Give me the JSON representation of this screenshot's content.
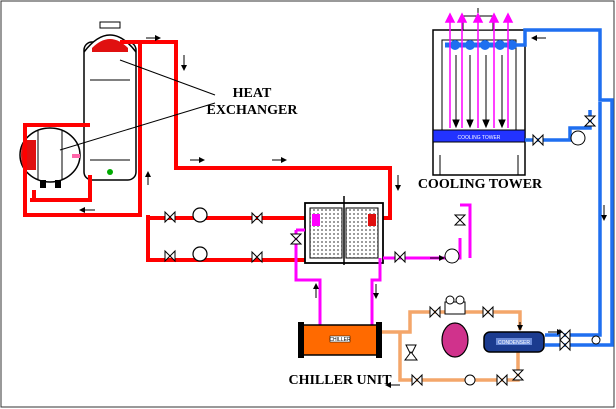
{
  "labels": {
    "heat_exchanger_line1": "HEAT",
    "heat_exchanger_line2": "EXCHANGER",
    "cooling_tower": "COOLING TOWER",
    "chiller_unit": "CHILLER UNIT",
    "chiller_nameplate": "CHILLER",
    "condenser_nameplate": "CONDENSER",
    "tower_basin_nameplate": "COOLING TOWER"
  },
  "colors": {
    "hot_loop": "#ff0000",
    "chilled_loop": "#ff00ff",
    "condenser_loop": "#f4a66a",
    "tower_loop": "#1f6ff0",
    "chiller_body": "#ff6a00",
    "condenser_body": "#1b3b8f",
    "tower_basin": "#2233ff"
  }
}
